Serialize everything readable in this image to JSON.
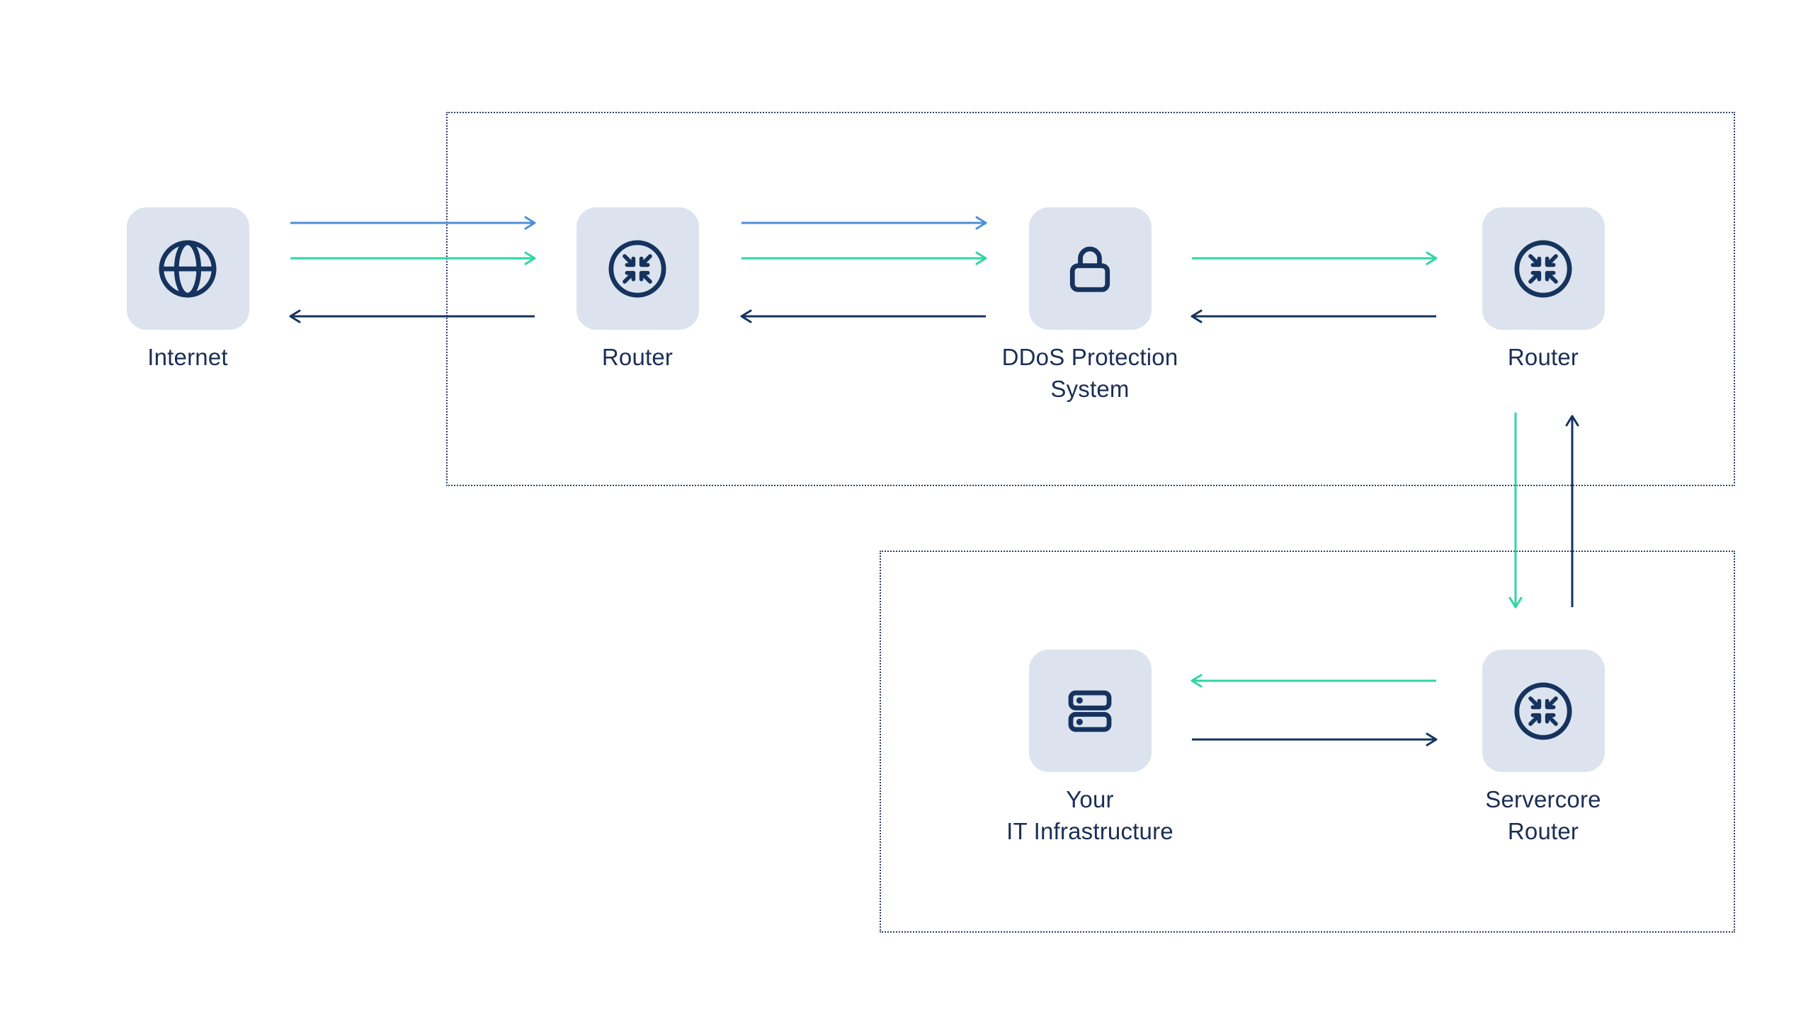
{
  "colors": {
    "navy": "#16335e",
    "green": "#2fd7a2",
    "blue": "#4e8fd8",
    "node_bg": "#dce3ee",
    "text": "#1b2e55",
    "border": "#2e4066"
  },
  "nodes": {
    "internet": {
      "label": "Internet",
      "icon": "globe-icon"
    },
    "edge_router": {
      "label": "Router",
      "icon": "router-icon"
    },
    "ddos": {
      "label_line1": "DDoS Protection",
      "label_line2": "System",
      "icon": "lock-icon"
    },
    "core_router": {
      "label": "Router",
      "icon": "router-icon"
    },
    "it_infra": {
      "label_line1": "Your",
      "label_line2": "IT Infrastructure",
      "icon": "servers-icon"
    },
    "servercore_router": {
      "label_line1": "Servercore",
      "label_line2": "Router",
      "icon": "router-icon"
    }
  },
  "zones": [
    {
      "name": "protection-zone",
      "nodes": [
        "edge_router",
        "ddos",
        "core_router"
      ]
    },
    {
      "name": "customer-zone",
      "nodes": [
        "it_infra",
        "servercore_router"
      ]
    }
  ],
  "edges": [
    {
      "from": "internet",
      "to": "edge_router",
      "color": "blue",
      "direction": "right"
    },
    {
      "from": "internet",
      "to": "edge_router",
      "color": "green",
      "direction": "right"
    },
    {
      "from": "edge_router",
      "to": "internet",
      "color": "navy",
      "direction": "left"
    },
    {
      "from": "edge_router",
      "to": "ddos",
      "color": "blue",
      "direction": "right"
    },
    {
      "from": "edge_router",
      "to": "ddos",
      "color": "green",
      "direction": "right"
    },
    {
      "from": "ddos",
      "to": "edge_router",
      "color": "navy",
      "direction": "left"
    },
    {
      "from": "ddos",
      "to": "core_router",
      "color": "green",
      "direction": "right"
    },
    {
      "from": "core_router",
      "to": "ddos",
      "color": "navy",
      "direction": "left"
    },
    {
      "from": "core_router",
      "to": "servercore_router",
      "color": "green",
      "direction": "down"
    },
    {
      "from": "servercore_router",
      "to": "core_router",
      "color": "navy",
      "direction": "up"
    },
    {
      "from": "servercore_router",
      "to": "it_infra",
      "color": "green",
      "direction": "left"
    },
    {
      "from": "it_infra",
      "to": "servercore_router",
      "color": "navy",
      "direction": "right"
    }
  ]
}
